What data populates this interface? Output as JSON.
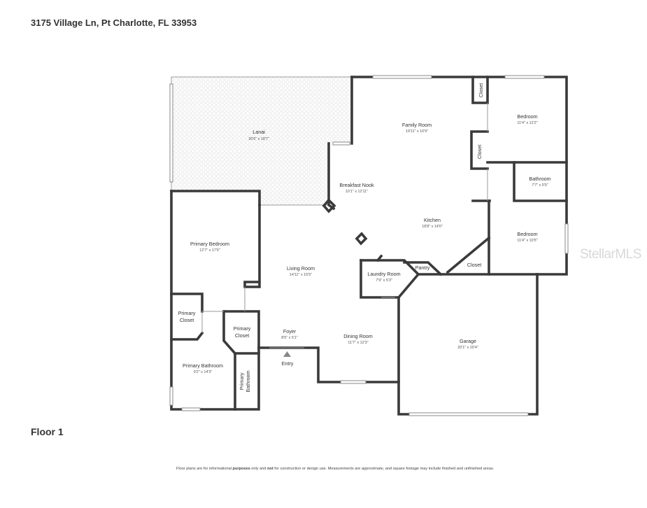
{
  "header": {
    "address": "3175 Village Ln, Pt Charlotte, FL 33953"
  },
  "floor": {
    "label": "Floor 1"
  },
  "watermark": "StellarMLS",
  "disclaimer": {
    "p1": "Floor plans are for informational ",
    "b1": "purposes",
    "p2": " only and ",
    "b2": "not",
    "p3": " for construction or design use. Measurements are approximate, and square footage may include finished and unfinished areas."
  },
  "rooms": {
    "lanai": {
      "name": "Lanai",
      "dims": "26'6\" x 18'7\""
    },
    "family_room": {
      "name": "Family Room",
      "dims": "19'11\" x 16'9\""
    },
    "bedroom_1": {
      "name": "Bedroom",
      "dims": "11'4\" x 12'2\""
    },
    "bathroom": {
      "name": "Bathroom",
      "dims": "7'7\" x 5'5\""
    },
    "bedroom_2": {
      "name": "Bedroom",
      "dims": "11'4\" x 10'5\""
    },
    "breakfast_nook": {
      "name": "Breakfast Nook",
      "dims": "10'1\" x 12'11\""
    },
    "kitchen": {
      "name": "Kitchen",
      "dims": "18'8\" x 14'0\""
    },
    "primary_bedroom": {
      "name": "Primary Bedroom",
      "dims": "12'7\" x 17'6\""
    },
    "living_room": {
      "name": "Living Room",
      "dims": "14'11\" x 15'5\""
    },
    "laundry_room": {
      "name": "Laundry Room",
      "dims": "7'9\" x 5'3\""
    },
    "pantry": {
      "name": "Pantry"
    },
    "closet_right": {
      "name": "Closet"
    },
    "closet_top": {
      "name": "Closet"
    },
    "closet_mid": {
      "name": "Closet"
    },
    "garage": {
      "name": "Garage",
      "dims": "20'1\" x 20'4\""
    },
    "primary_closet_1": {
      "line1": "Primary",
      "line2": "Closet"
    },
    "primary_closet_2": {
      "line1": "Primary",
      "line2": "Closet"
    },
    "foyer": {
      "name": "Foyer",
      "dims": "8'6\" x 5'1\""
    },
    "dining_room": {
      "name": "Dining Room",
      "dims": "11'7\" x 12'3\""
    },
    "primary_bathroom": {
      "name": "Primary Bathroom",
      "dims": "9'2\" x 14'3\""
    },
    "primary_bathroom_2": {
      "line1": "Primary",
      "line2": "Bathroom"
    },
    "entry": {
      "name": "Entry"
    }
  }
}
